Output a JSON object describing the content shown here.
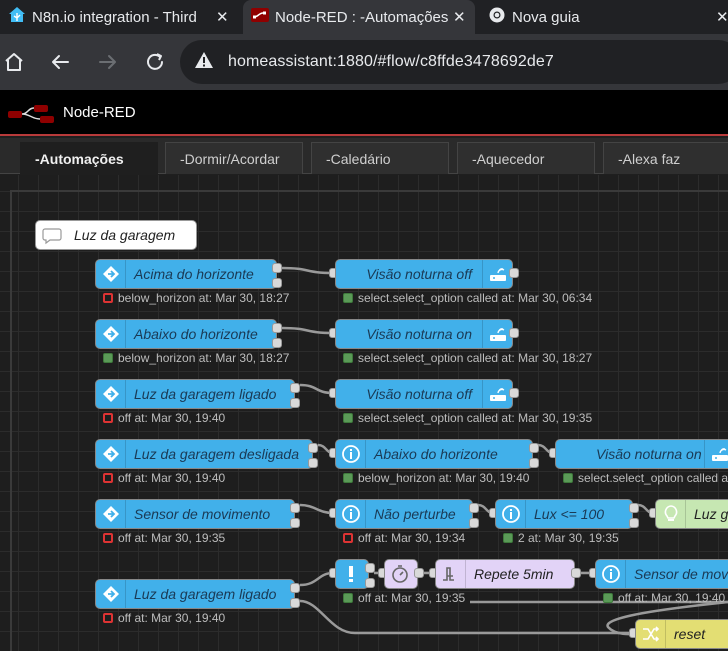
{
  "browser": {
    "tabs": [
      {
        "title": "N8n.io integration - Third",
        "close": "✕"
      },
      {
        "title": "Node-RED : -Automações",
        "close": "✕"
      },
      {
        "title": "Nova guia",
        "close": "✕"
      }
    ],
    "url": "homeassistant:1880/#flow/c8ffde3478692de7"
  },
  "app": {
    "title": "Node-RED"
  },
  "workspace_tabs": [
    "-Automações",
    "-Dormir/Acordar",
    "-Caledário",
    "-Aquecedor",
    "-Alexa faz"
  ],
  "comment": "Luz da garagem",
  "nodes": {
    "acima": "Acima do horizonte",
    "visao_off_1": "Visão noturna off",
    "abaixo": "Abaixo do horizonte",
    "visao_on_1": "Visão noturna on",
    "luz_ligado_1": "Luz da garagem ligado",
    "visao_off_2": "Visão noturna off",
    "luz_desligada": "Luz da garagem desligada",
    "abaixo_2": "Abaixo do horizonte",
    "visao_on_2": "Visão noturna on",
    "sensor": "Sensor de movimento",
    "nao_perturbe": "Não perturbe",
    "lux": "Lux <= 100",
    "luz_ga": "Luz ga",
    "luz_ligado_2": "Luz da garagem ligado",
    "repete": "Repete 5min",
    "sensor_movi": "Sensor de movi",
    "reset": "reset"
  },
  "statuses": {
    "s_acima": "below_horizon at: Mar 30, 18:27",
    "s_visao_off_1": "select.select_option called at: Mar 30, 06:34",
    "s_abaixo": "below_horizon at: Mar 30, 18:27",
    "s_visao_on_1": "select.select_option called at: Mar 30, 18:27",
    "s_luz_ligado_1": "off at: Mar 30, 19:40",
    "s_visao_off_2": "select.select_option called at: Mar 30, 19:35",
    "s_luz_desligada": "off at: Mar 30, 19:40",
    "s_abaixo_2": "below_horizon at: Mar 30, 19:40",
    "s_visao_on_2": "select.select_option called a",
    "s_sensor": "off at: Mar 30, 19:35",
    "s_nao_perturbe": "off at: Mar 30, 19:34",
    "s_lux": "2 at: Mar 30, 19:35",
    "s_luz_ligado_2": "off at: Mar 30, 19:40",
    "s_change": "off at: Mar 30, 19:35",
    "s_sensor_movi": "off at: Mar 30, 19:40"
  },
  "colors": {
    "accent": "#b83a3a",
    "node_blue": "#41b0ea"
  }
}
